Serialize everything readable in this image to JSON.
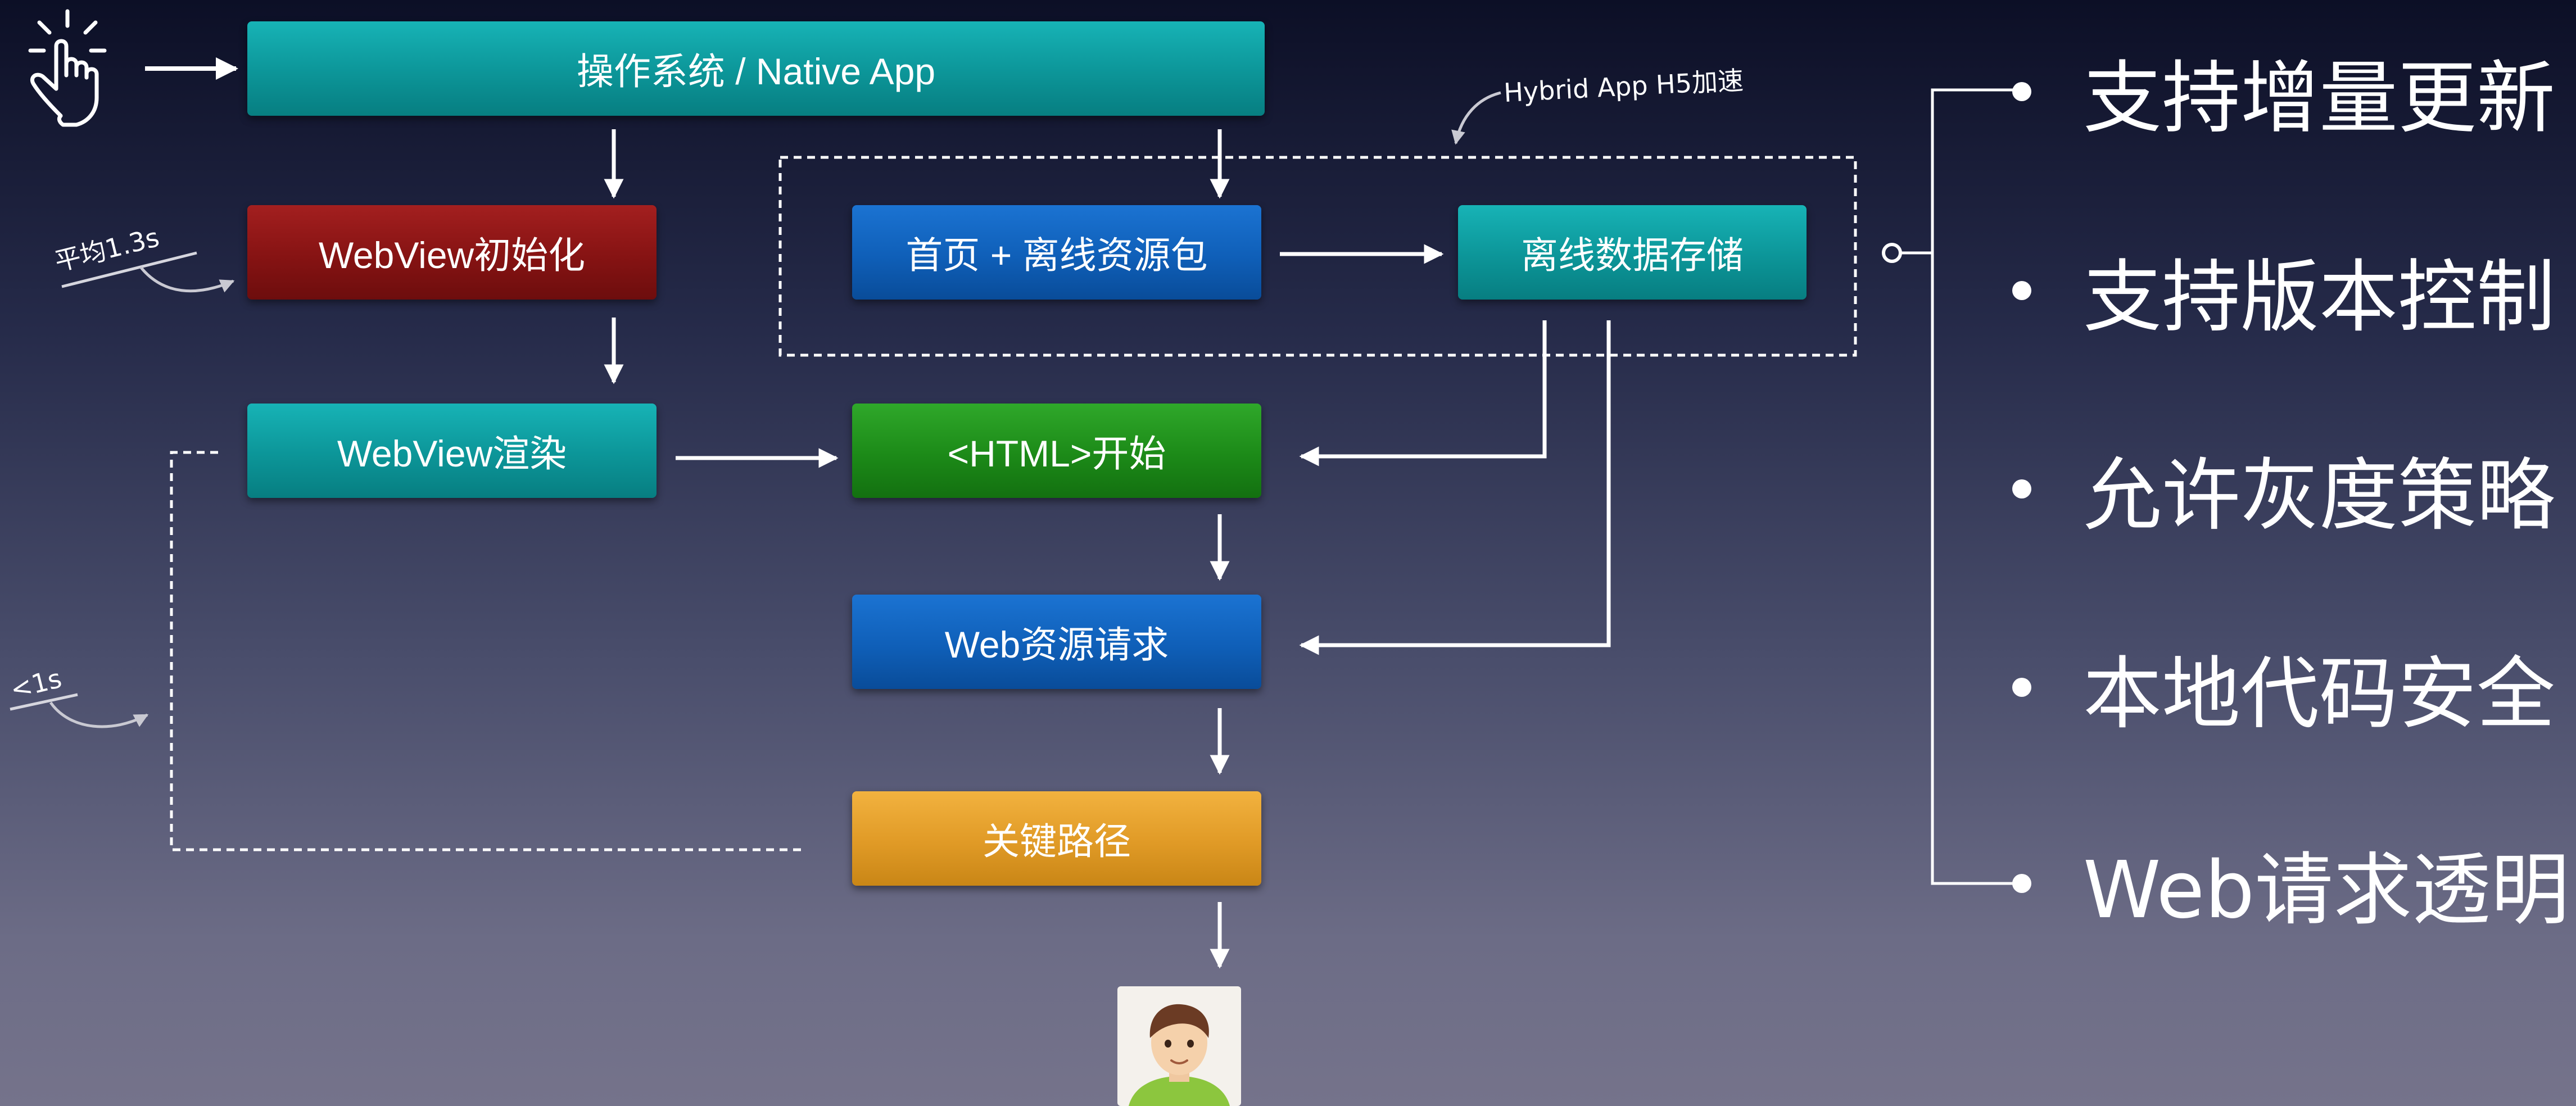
{
  "diagram": {
    "boxes": {
      "native_app": "操作系统 / Native App",
      "webview_init": "WebView初始化",
      "homepage_package": "首页 + 离线资源包",
      "offline_storage": "离线数据存储",
      "webview_render": "WebView渲染",
      "html_start": "<HTML>开始",
      "web_request": "Web资源请求",
      "critical_path": "关键路径"
    },
    "annotations": {
      "hybrid_label": "Hybrid App H5加速",
      "avg_time": "平均1.3s",
      "under_1s": "<1s"
    },
    "icons": [
      "tap-hand-icon",
      "user-avatar-icon"
    ],
    "colors": {
      "teal": "#0c9598",
      "red": "#861313",
      "blue": "#0f5fb8",
      "green": "#1c8a18",
      "orange": "#e09a26"
    }
  },
  "features": [
    "支持增量更新",
    "支持版本控制",
    "允许灰度策略",
    "本地代码安全",
    "Web请求透明"
  ]
}
